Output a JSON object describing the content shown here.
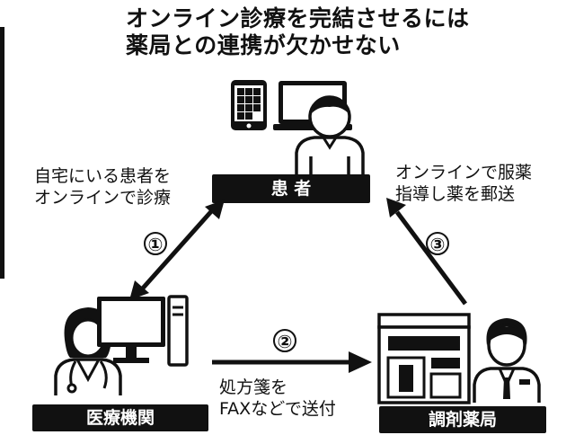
{
  "title": {
    "line1": "オンライン診療を完結させるには",
    "line2": "薬局との連携が欠かせない"
  },
  "nodes": {
    "patient": "患 者",
    "clinic": "医療機関",
    "pharmacy": "調剤薬局"
  },
  "steps": {
    "one": "①",
    "two": "②",
    "three": "③"
  },
  "annotations": {
    "left_line1": "自宅にいる患者を",
    "left_line2": "オンラインで診療",
    "right_line1": "オンラインで服薬",
    "right_line2": "指導し薬を郵送",
    "bottom_line1": "処方箋を",
    "bottom_line2": "FAXなどで送付"
  },
  "colors": {
    "ink": "#111111",
    "background": "#ffffff"
  },
  "icons": [
    "tablet-icon",
    "laptop-icon",
    "patient-person-icon",
    "doctor-icon",
    "desktop-computer-icon",
    "pharmacy-counter-icon",
    "pharmacist-icon"
  ]
}
